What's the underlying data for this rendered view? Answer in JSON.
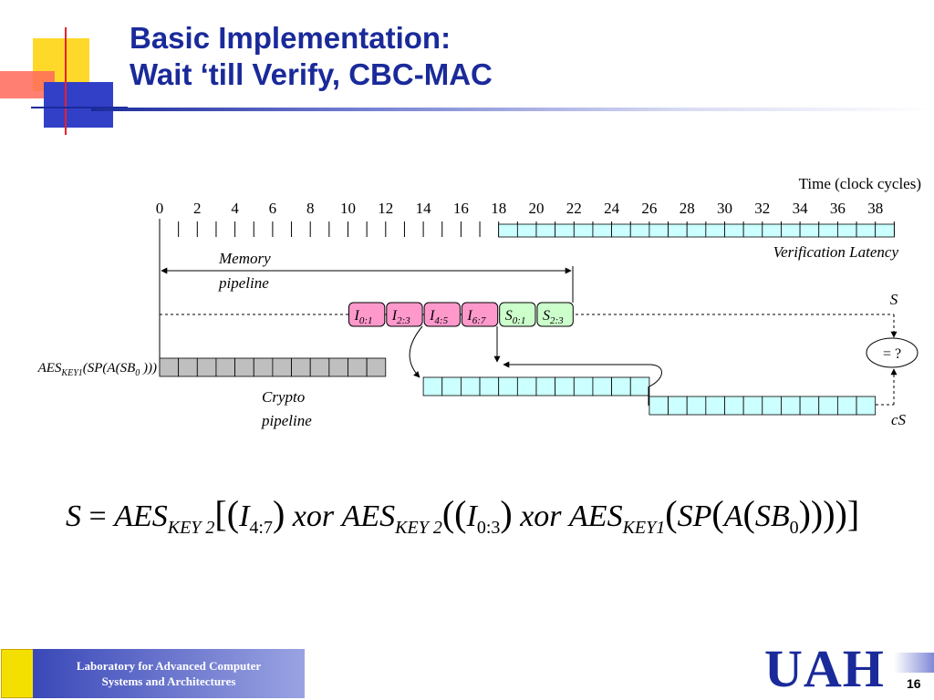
{
  "slide": {
    "title_line1": "Basic Implementation:",
    "title_line2": "Wait ‘till Verify, CBC-MAC",
    "page_number": "16"
  },
  "timeline": {
    "title": "Time (clock cycles)",
    "ticks": [
      "0",
      "2",
      "4",
      "6",
      "8",
      "10",
      "12",
      "14",
      "16",
      "18",
      "20",
      "22",
      "24",
      "26",
      "28",
      "30",
      "32",
      "34",
      "36",
      "38"
    ],
    "verification_label": "Verification Latency"
  },
  "memory": {
    "label_line1": "Memory",
    "label_line2": "pipeline",
    "blocks": [
      {
        "base": "I",
        "sub": "0:1",
        "color": "#ff99cc"
      },
      {
        "base": "I",
        "sub": "2:3",
        "color": "#ff99cc"
      },
      {
        "base": "I",
        "sub": "4:5",
        "color": "#ff99cc"
      },
      {
        "base": "I",
        "sub": "6:7",
        "color": "#ff99cc"
      },
      {
        "base": "S",
        "sub": "0:1",
        "color": "#ccffcc"
      },
      {
        "base": "S",
        "sub": "2:3",
        "color": "#ccffcc"
      }
    ]
  },
  "crypto": {
    "label_line1": "Crypto",
    "label_line2": "pipeline",
    "aes_label": {
      "pre": "AES",
      "sub1": "KEY1",
      "mid": "(SP(A(SB",
      "sub2": "0",
      "post": " )))"
    }
  },
  "compare": {
    "s_label": "S",
    "cs_label": "cS",
    "box_label": "= ?"
  },
  "equation": {
    "lhs": "S",
    "eq": "=",
    "aes": "AES",
    "key2": "KEY 2",
    "key1": "KEY1",
    "i": "I",
    "i_sub1": "4:7",
    "i_sub2": "0:3",
    "xor": "xor",
    "sp": "SP",
    "a": "A",
    "sb": "SB",
    "sb_sub": "0"
  },
  "footer": {
    "lab_line1": "Laboratory for Advanced Computer",
    "lab_line2": "Systems and Architectures",
    "logo_text": "UAH"
  },
  "colors": {
    "title": "#1a2a9a",
    "gray_block": "#bfbfbf",
    "cyan_block": "#ccffff",
    "pink_block": "#ff99cc",
    "green_block": "#ccffcc"
  }
}
